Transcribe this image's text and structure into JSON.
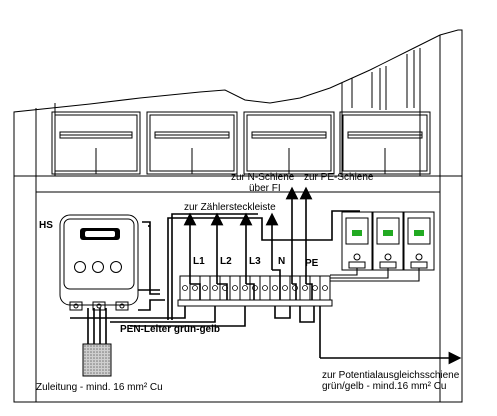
{
  "labels": {
    "hs": "HS",
    "l1": "L1",
    "l2": "L2",
    "l3": "L3",
    "n": "N",
    "pe": "PE",
    "n_schiene_1": "zur N-Schiene",
    "n_schiene_2": "über FI",
    "pe_schiene": "zur PE-Schiene",
    "zaehler": "zur Zählersteckleiste",
    "pen": "PEN-Leiter grün-gelb",
    "zuleitung": "Zuleitung - mind. 16 mm² Cu",
    "potential_1": "zur Potentialausgleichsschiene",
    "potential_2": "grün/gelb -  mind.16 mm² Cu"
  },
  "colors": {
    "background": "#ffffff",
    "stroke": "#000000",
    "module_green": "#22aa22",
    "terminal_fill": "#e6e6e6",
    "cable_hatch": "#9a9a9a"
  }
}
